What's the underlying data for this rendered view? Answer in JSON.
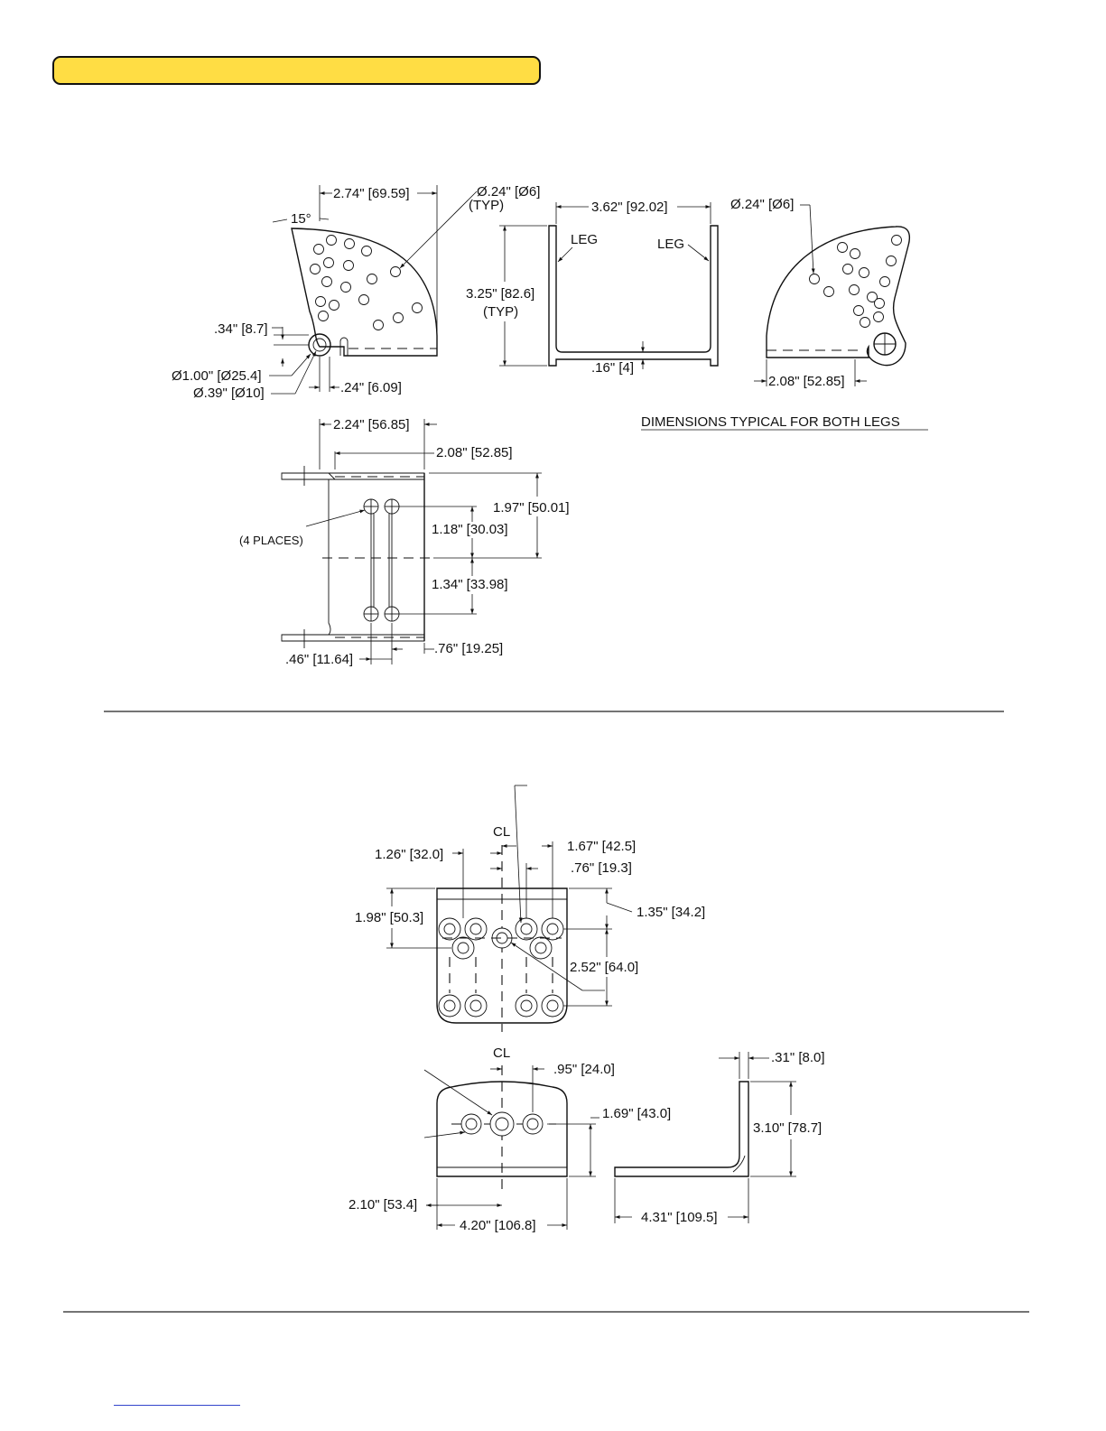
{
  "title_bar": {
    "label": "",
    "color": "#FFDD44"
  },
  "view_a": {
    "dim_width": "2.74\" [69.59]",
    "dim_hole": "Ø.24\" [Ø6]",
    "dim_hole_note": "(TYP)",
    "dim_angle": "15°",
    "dim_offset": ".34\" [8.7]",
    "dim_pivot": "Ø1.00\" [Ø25.4]",
    "dim_bore": "Ø.39\" [Ø10]",
    "dim_slot": ".24\" [6.09]"
  },
  "view_b": {
    "dim_width": "3.62\" [92.02]",
    "leg_left": "LEG",
    "leg_right": "LEG",
    "dim_height": "3.25\" [82.6]",
    "dim_height_note": "(TYP)",
    "dim_thickness": ".16\" [4]"
  },
  "view_c": {
    "dim_hole": "Ø.24\" [Ø6]",
    "dim_length": "2.08\" [52.85]"
  },
  "note_both_legs": "DIMENSIONS TYPICAL FOR BOTH LEGS",
  "view_d": {
    "dim_overall": "2.24\" [56.85]",
    "dim_inner": "2.08\" [52.85]",
    "dim_height": "1.97\" [50.01]",
    "dim_upper": "1.18\" [30.03]",
    "dim_lower": "1.34\" [33.98]",
    "note_places": "(4 PLACES)",
    "dim_left": ".46\" [11.64]",
    "dim_right": ".76\" [19.25]"
  },
  "view_e": {
    "centerline": "CL",
    "dim_outer_left": "1.26\" [32.0]",
    "dim_outer_right": "1.67\" [42.5]",
    "dim_inner_right": ".76\" [19.3]",
    "dim_top_left": "1.98\" [50.3]",
    "dim_top_right": "1.35\" [34.2]",
    "dim_spacing": "2.52\" [64.0]"
  },
  "view_f": {
    "centerline": "CL",
    "dim_hole_offset": ".95\" [24.0]",
    "dim_height": "1.69\" [43.0]",
    "dim_half_width": "2.10\" [53.4]",
    "dim_width": "4.20\" [106.8]"
  },
  "view_g": {
    "dim_thickness": ".31\" [8.0]",
    "dim_height": "3.10\" [78.7]",
    "dim_length": "4.31\" [109.5]"
  }
}
